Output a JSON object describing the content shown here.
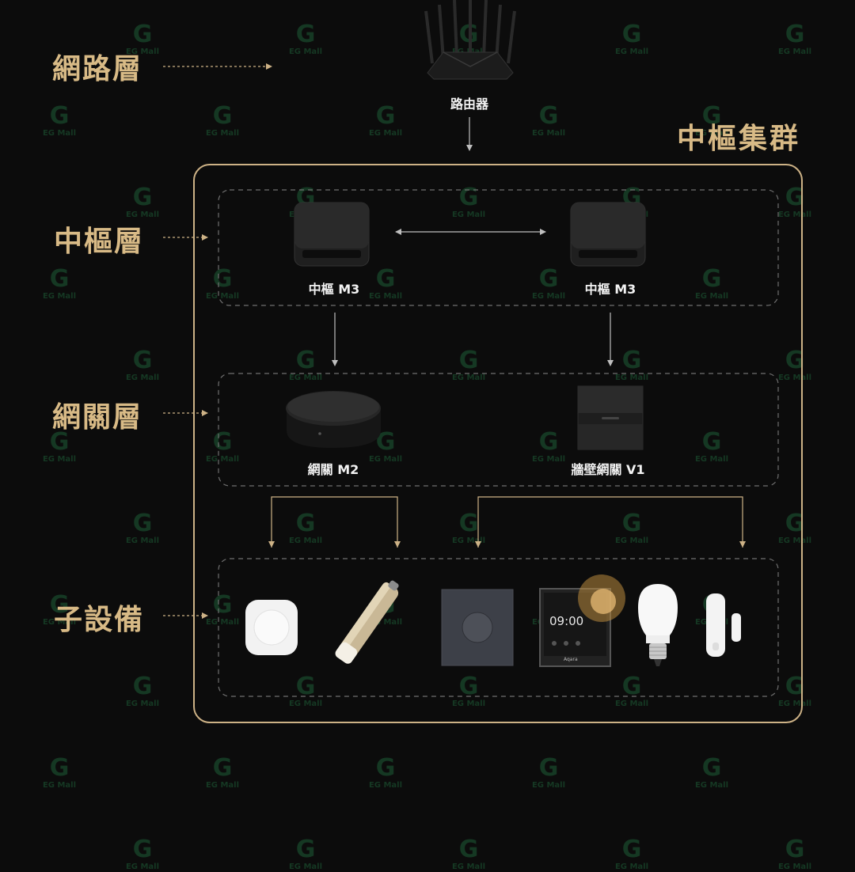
{
  "layers": {
    "network": "網路層",
    "hub": "中樞層",
    "gateway": "網關層",
    "subdevice": "子設備"
  },
  "cluster_title": "中樞集群",
  "devices": {
    "router": "路由器",
    "hub_left": "中樞 M3",
    "hub_right": "中樞 M3",
    "gateway_m2": "網關 M2",
    "wall_gateway": "牆壁網關 V1"
  },
  "panel_screen": {
    "time": "09:00",
    "brand": "Aqara"
  },
  "watermark": {
    "glyph": "G",
    "text": "EG Mall"
  },
  "colors": {
    "background": "#0c0c0c",
    "accent": "#d8ba86",
    "cluster_border": "#cdb286",
    "dashed_border": "#7a7a7a",
    "watermark": "#1e5c36"
  },
  "icons": {
    "watermark": "eg-mall-logo-icon",
    "router": "router-icon",
    "hub": "hub-icon",
    "gateway": "gateway-icon",
    "wall_gateway": "wall-gateway-icon",
    "button": "wireless-button-icon",
    "curtain_motor": "curtain-motor-icon",
    "knob": "knob-switch-icon",
    "panel": "smart-panel-icon",
    "bulb": "light-bulb-icon",
    "door_sensor": "door-sensor-icon"
  }
}
